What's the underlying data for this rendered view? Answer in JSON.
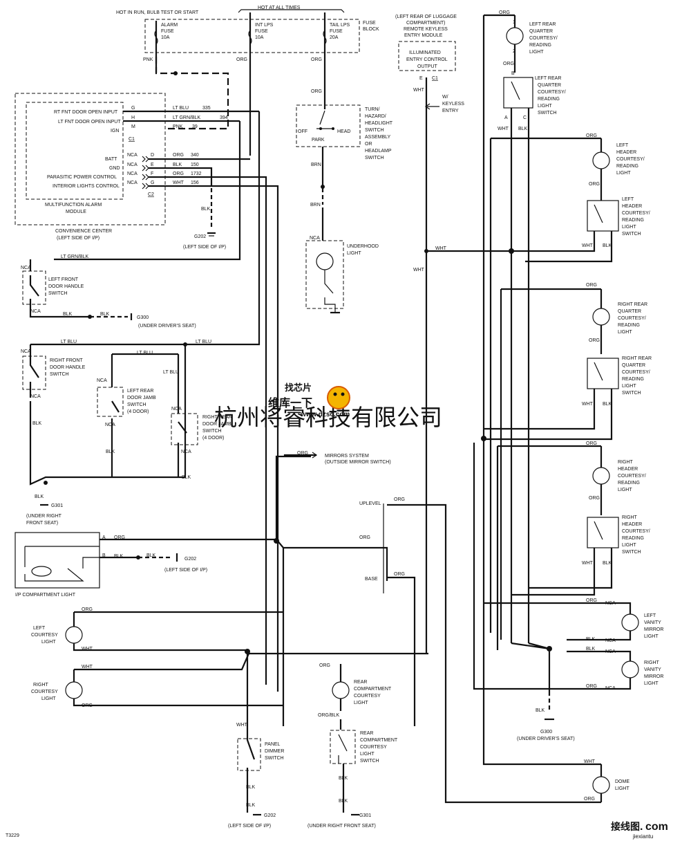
{
  "header": {
    "hot_run": "HOT IN RUN, BULB TEST OR START",
    "hot_all": "HOT AT ALL TIMES",
    "fuse_block": [
      "FUSE",
      "BLOCK"
    ],
    "fuses": [
      {
        "name": "ALARM",
        "rating": "10A"
      },
      {
        "name": "INT LPS",
        "rating": "10A"
      },
      {
        "name": "TAIL LPS",
        "rating": "20A"
      }
    ],
    "fuse_word": "FUSE"
  },
  "wires": {
    "pnk": "PNK",
    "org": "ORG",
    "blk": "BLK",
    "wht": "WHT",
    "brn": "BRN",
    "lt_blu": "LT BLU",
    "lt_grn_blk": "LT GRN/BLK",
    "org_blk": "ORG/BLK",
    "nca": "NCA"
  },
  "module": {
    "title": [
      "MULTIFUNCTION ALARM",
      "MODULE"
    ],
    "center": [
      "CONVENIENCE CENTER",
      "(LEFT SIDE OF I/P)"
    ],
    "inputs": [
      {
        "label": "RT FNT DOOR OPEN INPUT",
        "pin": "G",
        "wire": "LT BLU",
        "circuit": "335"
      },
      {
        "label": "LT FNT DOOR OPEN INPUT",
        "pin": "H",
        "wire": "LT GRN/BLK",
        "circuit": "394"
      },
      {
        "label": "IGN",
        "pin": "M",
        "wire": "PNK",
        "circuit": "39"
      }
    ],
    "c1": "C1",
    "outputs": [
      {
        "label": "BATT",
        "pin": "D",
        "wire": "ORG",
        "circuit": "340"
      },
      {
        "label": "GND",
        "pin": "E",
        "wire": "BLK",
        "circuit": "150"
      },
      {
        "label": "PARASITIC POWER CONTROL",
        "pin": "F",
        "wire": "ORG",
        "circuit": "1732"
      },
      {
        "label": "INTERIOR LIGHTS CONTROL",
        "pin": "G",
        "wire": "WHT",
        "circuit": "156"
      }
    ],
    "c2": "C2"
  },
  "grounds": {
    "g202": "G202",
    "g202_loc": "(LEFT SIDE OF I/P)",
    "g300": "G300",
    "g300_loc": "(UNDER DRIVER'S SEAT)",
    "g301": "G301",
    "g301_loc": [
      "(UNDER RIGHT",
      "FRONT SEAT)"
    ],
    "g301_loc2": "(UNDER RIGHT FRONT SEAT)"
  },
  "left_switches": {
    "lf_door": [
      "LEFT FRONT",
      "DOOR HANDLE",
      "SWITCH"
    ],
    "rf_door": [
      "RIGHT FRONT",
      "DOOR HANDLE",
      "SWITCH"
    ],
    "lr_jamb": [
      "LEFT REAR",
      "DOOR JAMB",
      "SWITCH",
      "(4 DOOR)"
    ],
    "rr_jamb": [
      "RIGHT REAR",
      "DOOR JAMB",
      "SWITCH",
      "(4 DOOR)"
    ]
  },
  "ip_light": "I/P COMPARTMENT LIGHT",
  "courtesy": {
    "left": [
      "LEFT",
      "COURTESY",
      "LIGHT"
    ],
    "right": [
      "RIGHT",
      "COURTESY",
      "LIGHT"
    ]
  },
  "panel_dimmer": [
    "PANEL",
    "DIMMER",
    "SWITCH"
  ],
  "headlamp": {
    "label": [
      "TURN/",
      "HAZARD/",
      "HEADLIGHT",
      "SWITCH",
      "ASSEMBLY",
      "OR",
      "HEADLAMP",
      "SWITCH"
    ],
    "off": "OFF",
    "head": "HEAD",
    "park": "PARK"
  },
  "underhood": [
    "UNDERHOOD",
    "LIGHT"
  ],
  "mirrors_system": [
    "MIRRORS SYSTEM",
    "(OUTSIDE MIRROR SWITCH)"
  ],
  "uplevel": "UPLEVEL",
  "base": "BASE",
  "rear_comp_light": [
    "REAR",
    "COMPARTMENT",
    "COURTESY",
    "LIGHT"
  ],
  "rear_comp_switch": [
    "REAR",
    "COMPARTMENT",
    "COURTESY",
    "LIGHT",
    "SWITCH"
  ],
  "keyless": {
    "location": [
      "(LEFT REAR OF LUGGAGE",
      "COMPARTMENT)",
      "REMOTE KEYLESS",
      "ENTRY MODULE"
    ],
    "box": [
      "ILLUMINATED",
      "ENTRY CONTROL",
      "OUTPUT"
    ],
    "pin": "E",
    "conn": "C1",
    "note": [
      "W/",
      "KEYLESS",
      "ENTRY"
    ]
  },
  "right_side": {
    "lr_quarter_light": [
      "LEFT REAR",
      "QUARTER",
      "COURTESY/",
      "READING",
      "LIGHT"
    ],
    "lr_quarter_switch": [
      "LEFT REAR",
      "QUARTER",
      "COURTESY/",
      "READING",
      "LIGHT",
      "SWITCH"
    ],
    "l_header_light": [
      "LEFT",
      "HEADER",
      "COURTESY/",
      "READING",
      "LIGHT"
    ],
    "l_header_switch": [
      "LEFT",
      "HEADER",
      "COURTESY/",
      "READING",
      "LIGHT",
      "SWITCH"
    ],
    "rr_quarter_light": [
      "RIGHT REAR",
      "QUARTER",
      "COURTESY/",
      "READING",
      "LIGHT"
    ],
    "rr_quarter_switch": [
      "RIGHT REAR",
      "QUARTER",
      "COURTESY/",
      "READING",
      "LIGHT",
      "SWITCH"
    ],
    "r_header_light": [
      "RIGHT",
      "HEADER",
      "COURTESY/",
      "READING",
      "LIGHT"
    ],
    "r_header_switch": [
      "RIGHT",
      "HEADER",
      "COURTESY/",
      "READING",
      "LIGHT",
      "SWITCH"
    ],
    "l_vanity": [
      "LEFT",
      "VANITY",
      "MIRROR",
      "LIGHT"
    ],
    "r_vanity": [
      "RIGHT",
      "VANITY",
      "MIRROR",
      "LIGHT"
    ],
    "dome": [
      "DOME",
      "LIGHT"
    ]
  },
  "figure_id": "T3229",
  "watermark": "杭州将睿科技有限公司",
  "logo": {
    "cn": "维库一下",
    "url": "www.dzsc.com",
    "tag": "找芯片"
  },
  "corner_logo": {
    "cn": "接线图",
    "dot": ".",
    "com": "com",
    "sub": "jiexiantu"
  }
}
